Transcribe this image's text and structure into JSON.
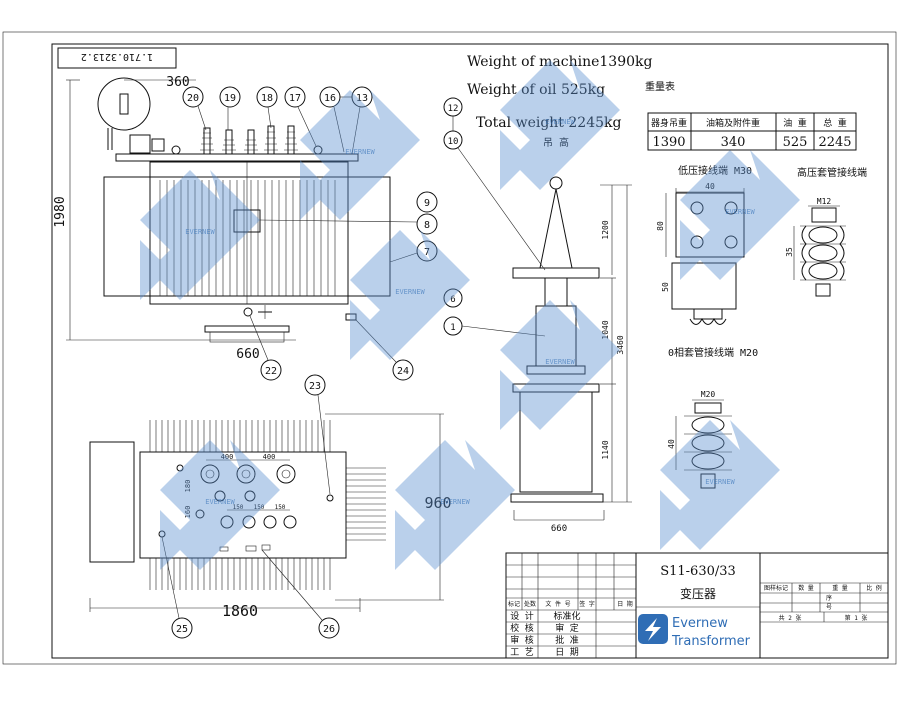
{
  "drawing_code": "1.710.3213.2",
  "weights": {
    "machine": "Weight of machine1390kg",
    "oil": "Weight of oil 525kg",
    "total": "Total weight 2245kg"
  },
  "weight_table": {
    "title": "重量表",
    "headers": [
      "器身吊重",
      "油箱及附件重",
      "油 重",
      "总 重"
    ],
    "values": [
      "1390",
      "340",
      "525",
      "2245"
    ]
  },
  "lifting_label": "吊 高",
  "terminals": {
    "lv": "低压接线端 M30",
    "hv": "高压套管接线端",
    "zero": "0相套管接线端 M20"
  },
  "dimensions": {
    "front_width": "360",
    "front_height": "1980",
    "base_width": "660",
    "core_1200": "1200",
    "core_1040": "1040",
    "core_3460": "3460",
    "core_1140": "1140",
    "core_660": "660",
    "plan_width": "1860",
    "plan_height": "960",
    "plan_400": "400",
    "plan_400b": "400",
    "plan_180": "180",
    "plan_160": "160",
    "plan_150a": "150",
    "plan_150b": "150",
    "plan_150c": "150",
    "lv_40": "40",
    "lv_80": "80",
    "lv_50": "50",
    "hv_m12": "M12",
    "hv_35": "35",
    "zero_m20": "M20",
    "zero_40": "40"
  },
  "callouts": {
    "c20": "20",
    "c19": "19",
    "c18": "18",
    "c17": "17",
    "c16": "16",
    "c13": "13",
    "c9": "9",
    "c8": "8",
    "c7": "7",
    "c22": "22",
    "c24": "24",
    "c23": "23",
    "c25": "25",
    "c26": "26",
    "c12": "12",
    "c10": "10",
    "c6": "6",
    "c1": "1"
  },
  "title_block": {
    "model": "S11-630/33",
    "name": "变压器",
    "rev_headers": [
      "标记",
      "处数",
      "文 件 号",
      "签 字",
      "日 期"
    ],
    "sign_rows": [
      {
        "a": "设 计",
        "b": "标准化"
      },
      {
        "a": "校 核",
        "b": "审 定"
      },
      {
        "a": "审 核",
        "b": "批 准"
      },
      {
        "a": "工 艺",
        "b": "日 期"
      }
    ],
    "right_headers": [
      "图样标记",
      "数 量",
      "重 量",
      "比 例"
    ],
    "row2_a": "序",
    "row2_b": "号",
    "sheet_total": "共 2 张",
    "sheet_no": "第 1 张"
  },
  "brand": {
    "name": "Evernew",
    "name2": "Transformer",
    "watermark": "EVERNEW",
    "color": "#2f6db5"
  }
}
